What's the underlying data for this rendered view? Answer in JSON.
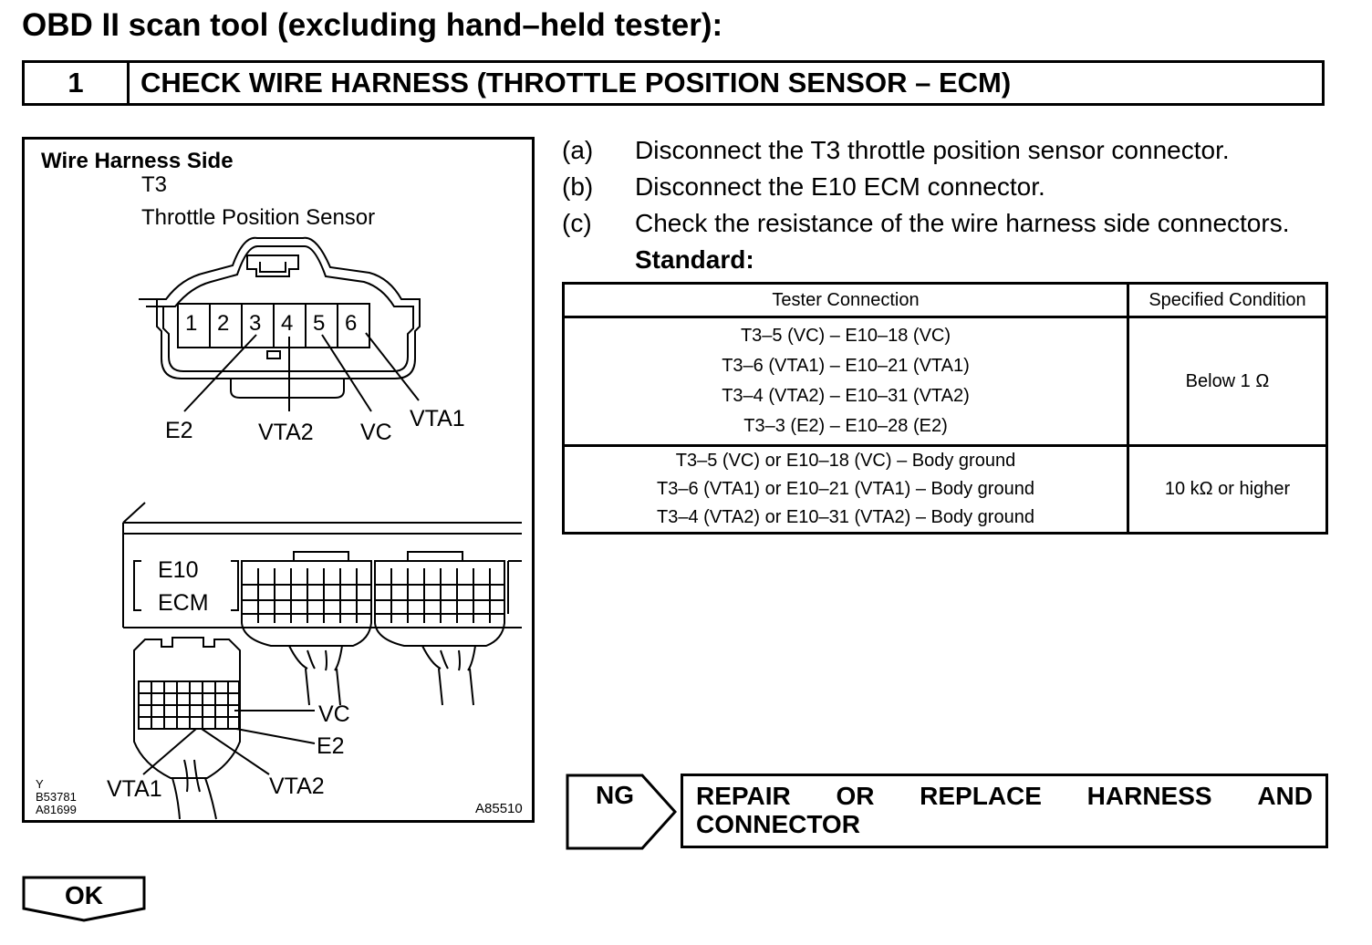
{
  "header": {
    "title": "OBD II scan tool (excluding hand–held tester):",
    "step_number": "1",
    "step_title": "CHECK WIRE HARNESS (THROTTLE POSITION SENSOR – ECM)"
  },
  "figure": {
    "heading": "Wire Harness Side",
    "sensor_code": "T3",
    "sensor_name": "Throttle Position Sensor",
    "pins": [
      "1",
      "2",
      "3",
      "4",
      "5",
      "6"
    ],
    "sensor_labels": {
      "e2": "E2",
      "vta2": "VTA2",
      "vc": "VC",
      "vta1": "VTA1"
    },
    "ecm_code": "E10",
    "ecm_name": "ECM",
    "ecm_labels": {
      "vc": "VC",
      "e2": "E2",
      "vta1": "VTA1",
      "vta2": "VTA2"
    },
    "ref_y": "Y",
    "ref_1": "B53781",
    "ref_2": "A81699",
    "ref_3": "A85510"
  },
  "steps": [
    {
      "letter": "(a)",
      "text": "Disconnect the T3 throttle position sensor connector."
    },
    {
      "letter": "(b)",
      "text": "Disconnect the E10 ECM connector."
    },
    {
      "letter": "(c)",
      "text": "Check the resistance of the wire harness side connectors."
    }
  ],
  "standard_label": "Standard:",
  "table": {
    "headers": [
      "Tester Connection",
      "Specified Condition"
    ],
    "groups": [
      {
        "connections": [
          "T3–5 (VC) – E10–18 (VC)",
          "T3–6 (VTA1) – E10–21 (VTA1)",
          "T3–4 (VTA2) – E10–31 (VTA2)",
          "T3–3 (E2) – E10–28 (E2)"
        ],
        "condition": "Below 1 Ω"
      },
      {
        "connections": [
          "T3–5 (VC) or E10–18 (VC) – Body ground",
          "T3–6 (VTA1) or E10–21 (VTA1) – Body ground",
          "T3–4 (VTA2) or E10–31 (VTA2) – Body ground"
        ],
        "condition": "10 kΩ or higher"
      }
    ]
  },
  "result_ng": {
    "label": "NG",
    "action_words": [
      "REPAIR",
      "OR",
      "REPLACE",
      "HARNESS",
      "AND"
    ],
    "action_line2": "CONNECTOR"
  },
  "result_ok": {
    "label": "OK"
  }
}
